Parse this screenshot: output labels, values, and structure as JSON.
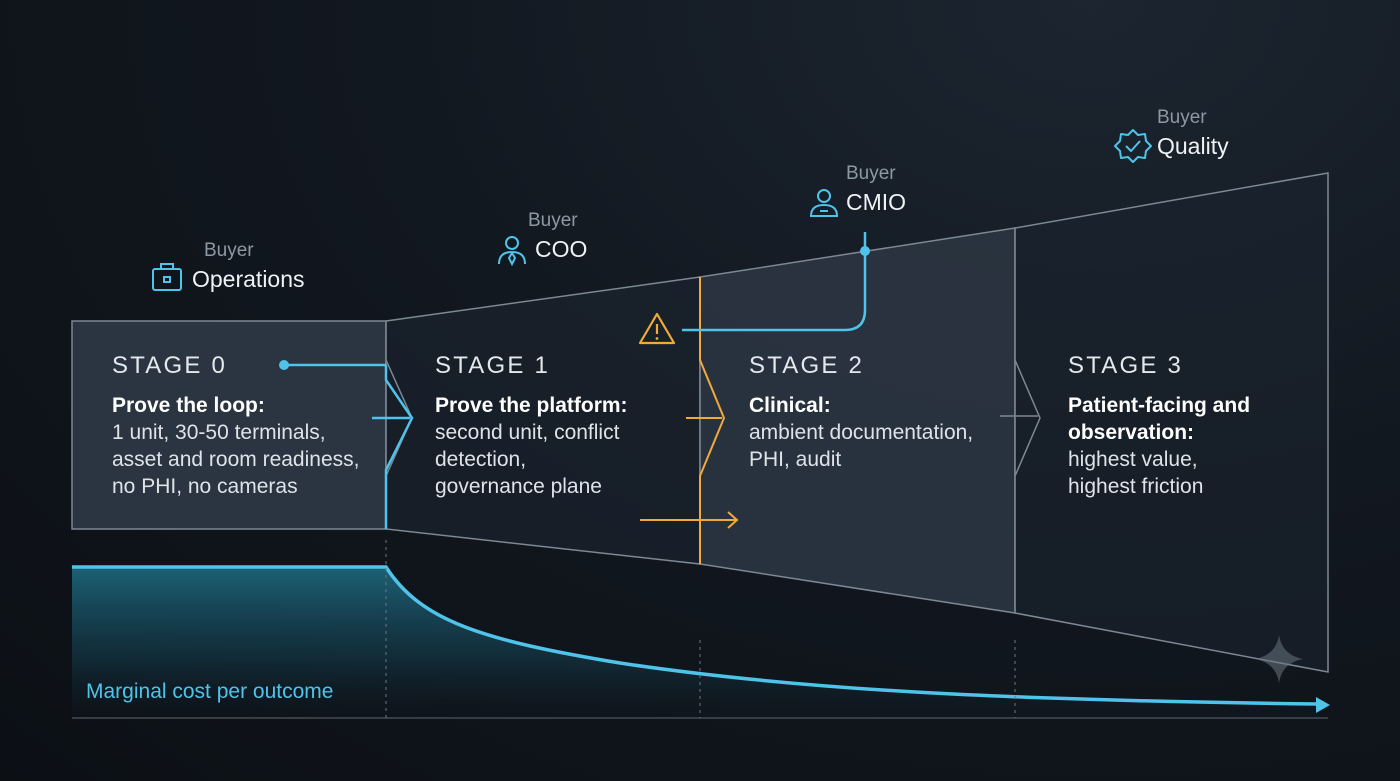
{
  "colors": {
    "background": "#10151c",
    "accent_cyan": "#4fc3ea",
    "warning_amber": "#f2a93b",
    "panel_fill": "#2a3440",
    "panel_border": "#7d8893",
    "text_primary": "#ffffff",
    "text_muted": "#8e98a3"
  },
  "stages": [
    {
      "title": "STAGE 0",
      "heading": [
        "Prove the loop:"
      ],
      "body": [
        "1 unit, 30-50 terminals,",
        "asset and room readiness,",
        "no PHI, no cameras"
      ],
      "buyer_caption": "Buyer",
      "buyer_role": "Operations",
      "buyer_icon": "briefcase-icon"
    },
    {
      "title": "STAGE 1",
      "heading": [
        "Prove the platform:"
      ],
      "body": [
        "second unit, conflict",
        "detection,",
        "governance plane"
      ],
      "buyer_caption": "Buyer",
      "buyer_role": "COO",
      "buyer_icon": "person-tie-icon"
    },
    {
      "title": "STAGE 2",
      "heading": [
        "Clinical:"
      ],
      "body": [
        "ambient documentation,",
        "PHI, audit"
      ],
      "buyer_caption": "Buyer",
      "buyer_role": "CMIO",
      "buyer_icon": "person-icon"
    },
    {
      "title": "STAGE 3",
      "heading": [
        "Patient-facing and",
        "observation:"
      ],
      "body": [
        "highest value,",
        "highest friction"
      ],
      "buyer_caption": "Buyer",
      "buyer_role": "Quality",
      "buyer_icon": "verified-badge-icon"
    }
  ],
  "cost_curve": {
    "label": "Marginal cost per outcome",
    "trend": "flat during stage 0, then decreasing through stages 1-3"
  },
  "icons": {
    "warning": "warning-triangle-icon",
    "sparkle": "sparkle-icon"
  }
}
